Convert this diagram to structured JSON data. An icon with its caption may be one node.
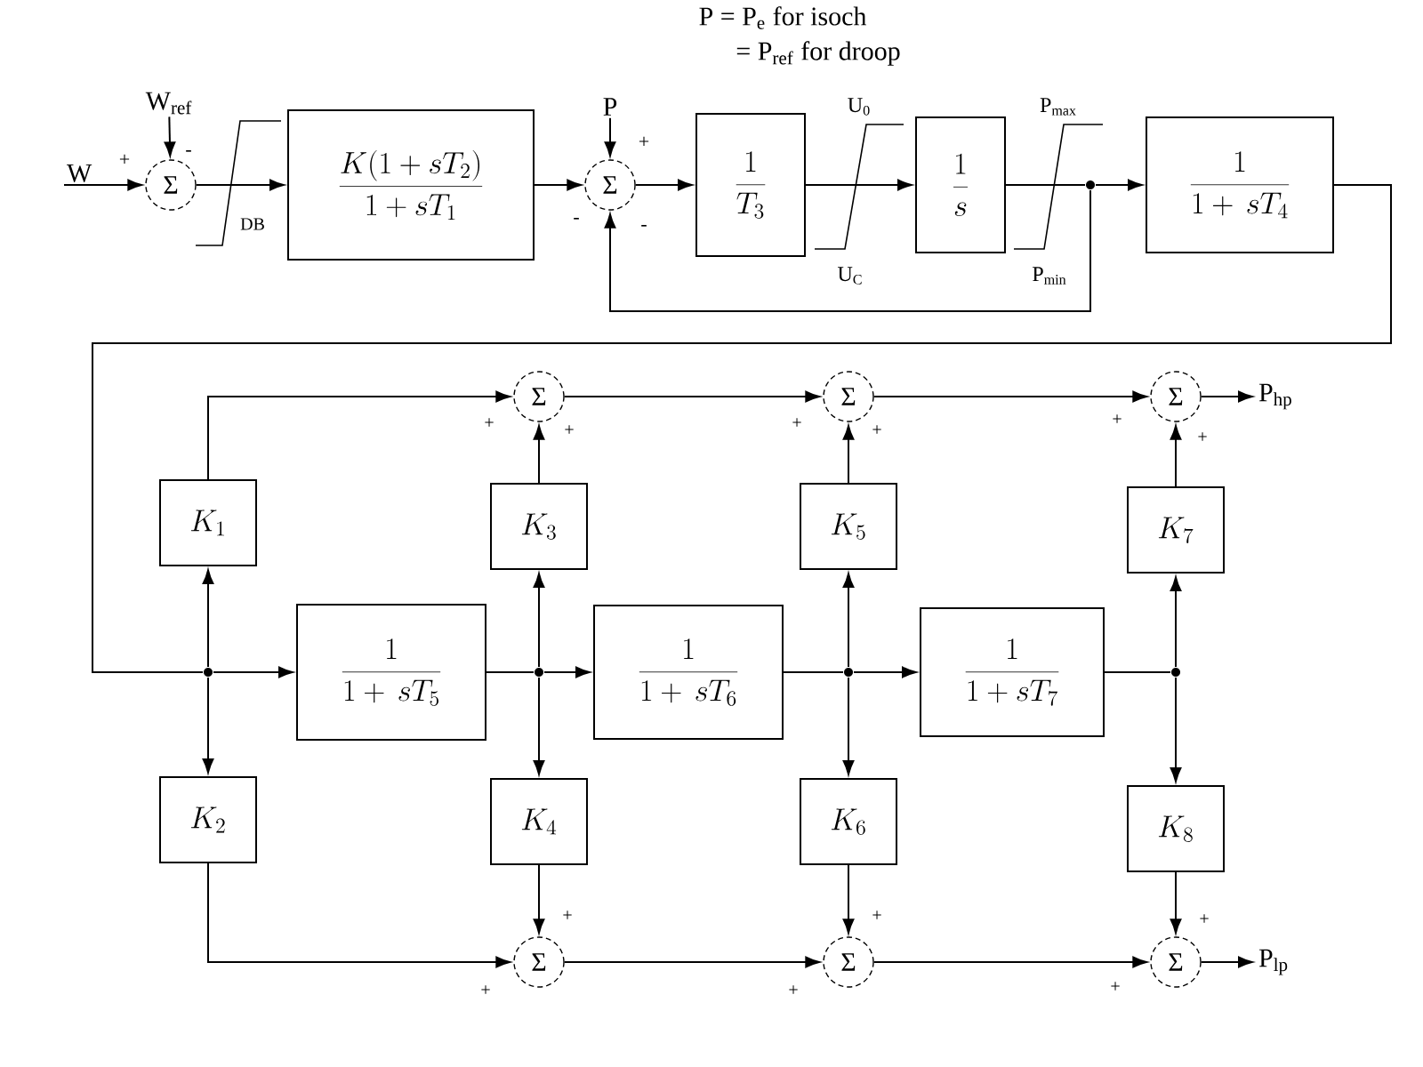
{
  "diagram": {
    "nodes": [
      {
        "text": [
          "W$_{ref}$"
        ]
      },
      {
        "text": [
          "W"
        ]
      },
      {
        "text": [
          "Σ"
        ]
      },
      {
        "text": [
          "\\frac{K(1+sT_2)}{1+sT_1}"
        ]
      },
      {
        "text": [
          "P"
        ]
      },
      {
        "text": [
          "Σ"
        ]
      },
      {
        "text": [
          "\\frac{1}{T_3}"
        ]
      },
      {
        "text": [
          "\\frac{1}{s}"
        ]
      },
      {
        "text": [],
        "shape": "dot"
      },
      {
        "text": [
          "\\frac{1}{1+\\,sT_4}"
        ]
      },
      {
        "text": [
          "Σ"
        ]
      },
      {
        "text": [
          "Σ"
        ]
      },
      {
        "text": [
          "Σ"
        ]
      },
      {
        "text": [
          "P$_{hp}$"
        ]
      },
      {
        "text": [
          "K_1"
        ]
      },
      {
        "text": [
          "K_3"
        ]
      },
      {
        "text": [
          "K_5"
        ]
      },
      {
        "text": [
          "K_7"
        ]
      },
      {
        "text": [],
        "shape": "dot"
      },
      {
        "text": [
          "\\frac{1}{1+\\,sT_5}"
        ]
      },
      {
        "text": [],
        "shape": "dot"
      },
      {
        "text": [
          "\\frac{1}{1+\\,sT_6}"
        ]
      },
      {
        "text": [],
        "shape": "dot"
      },
      {
        "text": [
          "\\frac{1}{1+sT_7}"
        ]
      },
      {
        "text": [],
        "shape": "dot"
      },
      {
        "text": [
          "K_2"
        ]
      },
      {
        "text": [
          "K_4"
        ]
      },
      {
        "text": [
          "K_6"
        ]
      },
      {
        "text": [
          "K_8"
        ]
      },
      {
        "text": [
          "Σ"
        ]
      },
      {
        "text": [
          "Σ"
        ]
      },
      {
        "text": [
          "Σ"
        ]
      },
      {
        "text": [
          "P$_{lp}$"
        ]
      }
    ],
    "edges": [
      {
        "from": 1,
        "to": 2,
        "arrow": "to"
      },
      {
        "from": 0,
        "to": 2,
        "arrow": "to"
      },
      {
        "from": 2,
        "to": 3,
        "arrow": "to"
      },
      {
        "from": 3,
        "to": 5,
        "arrow": "to"
      },
      {
        "from": 4,
        "to": 5,
        "arrow": "to"
      },
      {
        "from": 5,
        "to": 6,
        "arrow": "to"
      },
      {
        "from": 6,
        "to": 7,
        "arrow": "to"
      },
      {
        "from": 7,
        "to": 8,
        "arrow": "none"
      },
      {
        "from": 8,
        "to": 9,
        "arrow": "to"
      },
      {
        "from": 8,
        "to": 5,
        "arrow": "to"
      },
      {
        "from": 9,
        "to": 18,
        "arrow": "none"
      },
      {
        "from": 18,
        "to": 19,
        "arrow": "to"
      },
      {
        "from": 18,
        "to": 14,
        "arrow": "to"
      },
      {
        "from": 18,
        "to": 25,
        "arrow": "to"
      },
      {
        "from": 14,
        "to": 10,
        "arrow": "to"
      },
      {
        "from": 25,
        "to": 29,
        "arrow": "to"
      },
      {
        "from": 19,
        "to": 20,
        "arrow": "none"
      },
      {
        "from": 20,
        "to": 15,
        "arrow": "to"
      },
      {
        "from": 20,
        "to": 26,
        "arrow": "to"
      },
      {
        "from": 20,
        "to": 21,
        "arrow": "to"
      },
      {
        "from": 15,
        "to": 10,
        "arrow": "to"
      },
      {
        "from": 26,
        "to": 29,
        "arrow": "to"
      },
      {
        "from": 10,
        "to": 11,
        "arrow": "to"
      },
      {
        "from": 29,
        "to": 30,
        "arrow": "to"
      },
      {
        "from": 21,
        "to": 22,
        "arrow": "none"
      },
      {
        "from": 22,
        "to": 16,
        "arrow": "to"
      },
      {
        "from": 22,
        "to": 27,
        "arrow": "to"
      },
      {
        "from": 22,
        "to": 23,
        "arrow": "to"
      },
      {
        "from": 16,
        "to": 11,
        "arrow": "to"
      },
      {
        "from": 27,
        "to": 30,
        "arrow": "to"
      },
      {
        "from": 11,
        "to": 12,
        "arrow": "to"
      },
      {
        "from": 30,
        "to": 31,
        "arrow": "to"
      },
      {
        "from": 23,
        "to": 24,
        "arrow": "none"
      },
      {
        "from": 24,
        "to": 17,
        "arrow": "to"
      },
      {
        "from": 24,
        "to": 28,
        "arrow": "to"
      },
      {
        "from": 17,
        "to": 12,
        "arrow": "to"
      },
      {
        "from": 28,
        "to": 31,
        "arrow": "to"
      },
      {
        "from": 12,
        "to": 13,
        "arrow": "to"
      },
      {
        "from": 31,
        "to": 32,
        "arrow": "to"
      }
    ],
    "labels": [
      "P = P$_{e}$ for isoch",
      "= P$_{ref}$ for droop",
      "+",
      "-",
      "DB",
      "+",
      "-",
      "-",
      "U$_{0}$",
      "P$_{max}$",
      "U$_{C}$",
      "P$_{min}$",
      "+",
      "+",
      "+",
      "+",
      "+",
      "+",
      "+",
      "+",
      "+",
      "+",
      "+",
      "+"
    ]
  }
}
